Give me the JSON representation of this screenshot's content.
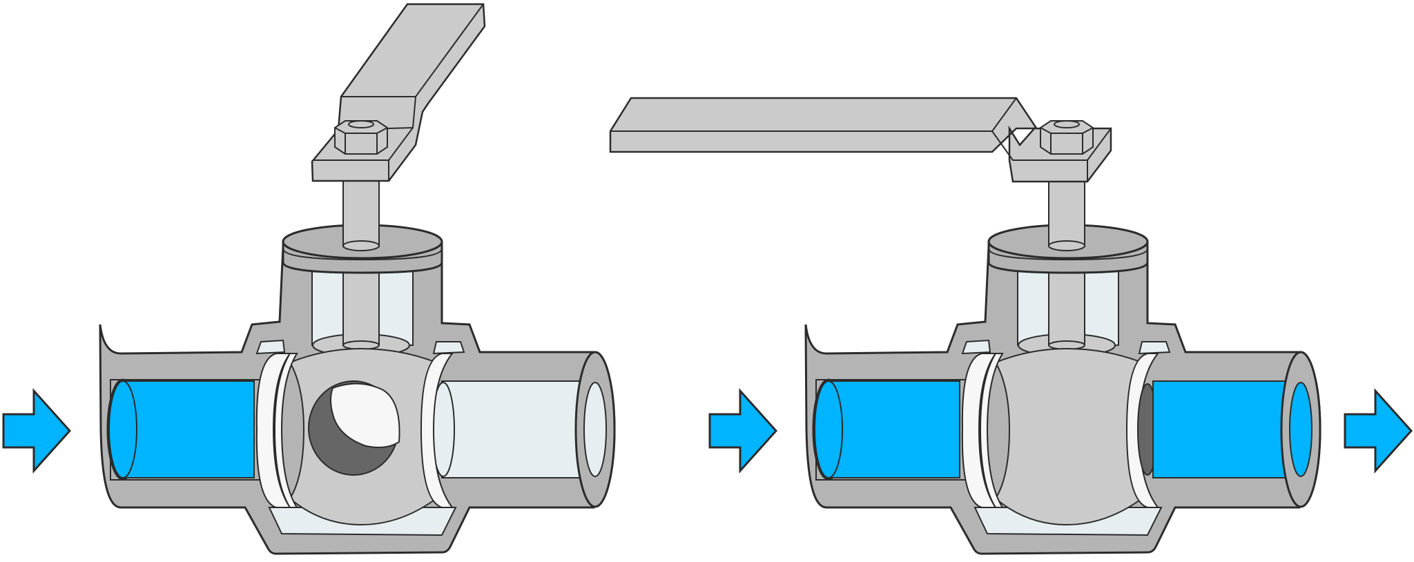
{
  "colors": {
    "fluid": "#00b4ff",
    "body": "#b4b4b4",
    "metal": "#cbcbcb",
    "cavity": "#e6eef1",
    "seat": "#f7f7f7",
    "outline": "#2b2b2b",
    "dark": "#666666"
  },
  "valves": [
    {
      "state": "closed",
      "handle": "raised",
      "flow_through": false
    },
    {
      "state": "open",
      "handle": "flat",
      "flow_through": true
    }
  ],
  "arrows": [
    {
      "role": "inlet",
      "direction": "right"
    },
    {
      "role": "inlet",
      "direction": "right"
    },
    {
      "role": "outlet",
      "direction": "right"
    }
  ]
}
